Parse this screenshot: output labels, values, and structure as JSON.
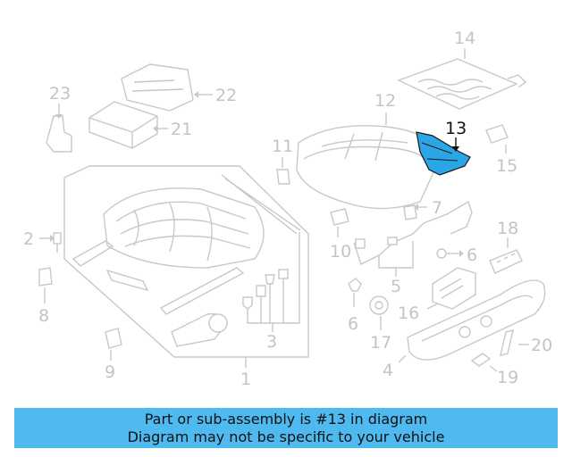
{
  "labels": {
    "l1": "1",
    "l2": "2",
    "l3": "3",
    "l4": "4",
    "l5": "5",
    "l6a": "6",
    "l6b": "6",
    "l7": "7",
    "l8": "8",
    "l9": "9",
    "l10": "10",
    "l11": "11",
    "l12": "12",
    "l13": "13",
    "l14": "14",
    "l15": "15",
    "l16": "16",
    "l17": "17",
    "l18": "18",
    "l19": "19",
    "l20": "20",
    "l21": "21",
    "l22": "22",
    "l23": "23"
  },
  "highlight": {
    "part": "13",
    "color": "#2aa5e6"
  },
  "banner": {
    "line1": "Part or sub-assembly is #13 in diagram",
    "line2": "Diagram may not be specific to your vehicle",
    "color": "#4fbaf0"
  }
}
